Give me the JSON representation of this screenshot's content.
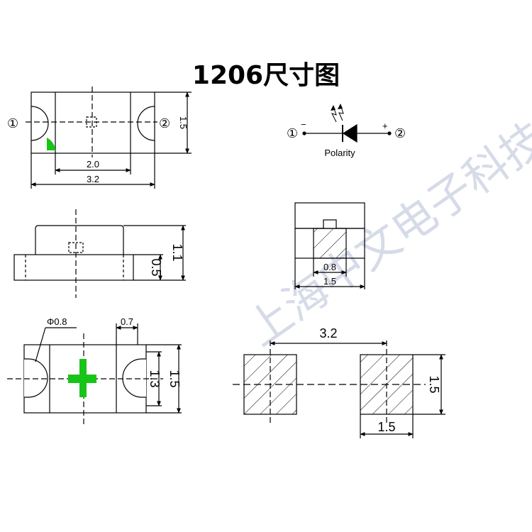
{
  "title": "1206尺寸图",
  "watermark": "上海中文电子科技",
  "top_view": {
    "pin1": "①",
    "pin2": "②",
    "dim_inner_width": "2.0",
    "dim_total_width": "3.2",
    "dim_height": "1.5"
  },
  "polarity": {
    "pin1": "①",
    "pin2": "②",
    "minus": "−",
    "plus": "+",
    "label": "Polarity"
  },
  "side_view": {
    "dim_pad_height": "0.5",
    "dim_total_height": "1.1"
  },
  "end_view": {
    "dim_inner": "0.8",
    "dim_total": "1.5"
  },
  "bottom_view": {
    "dim_hole": "Φ0.8",
    "dim_pad_width": "0.7",
    "dim_inner_height": "1.3",
    "dim_total_height": "1.5"
  },
  "footprint": {
    "dim_pitch": "3.2",
    "dim_pad_height": "1.5",
    "dim_pad_width": "1.5"
  },
  "colors": {
    "marker_green": "#19c419",
    "line": "#000000",
    "watermark": "#d6dbe8"
  }
}
